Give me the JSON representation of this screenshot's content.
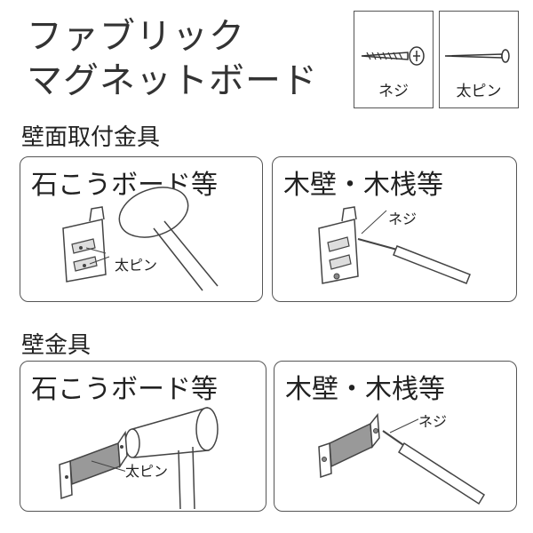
{
  "title": {
    "line1": "ファブリック",
    "line2": "マグネットボード"
  },
  "parts": [
    {
      "label": "ネジ",
      "icon": "screw-icon"
    },
    {
      "label": "太ピン",
      "icon": "pin-icon"
    }
  ],
  "sections": [
    {
      "heading": "壁面取付金具",
      "cards": [
        {
          "heading": "石こうボード等",
          "callout": "太ピン"
        },
        {
          "heading": "木壁・木桟等",
          "callout": "ネジ"
        }
      ]
    },
    {
      "heading": "壁金具",
      "cards": [
        {
          "heading": "石こうボード等",
          "callout": "太ピン"
        },
        {
          "heading": "木壁・木桟等",
          "callout": "ネジ"
        }
      ]
    }
  ]
}
